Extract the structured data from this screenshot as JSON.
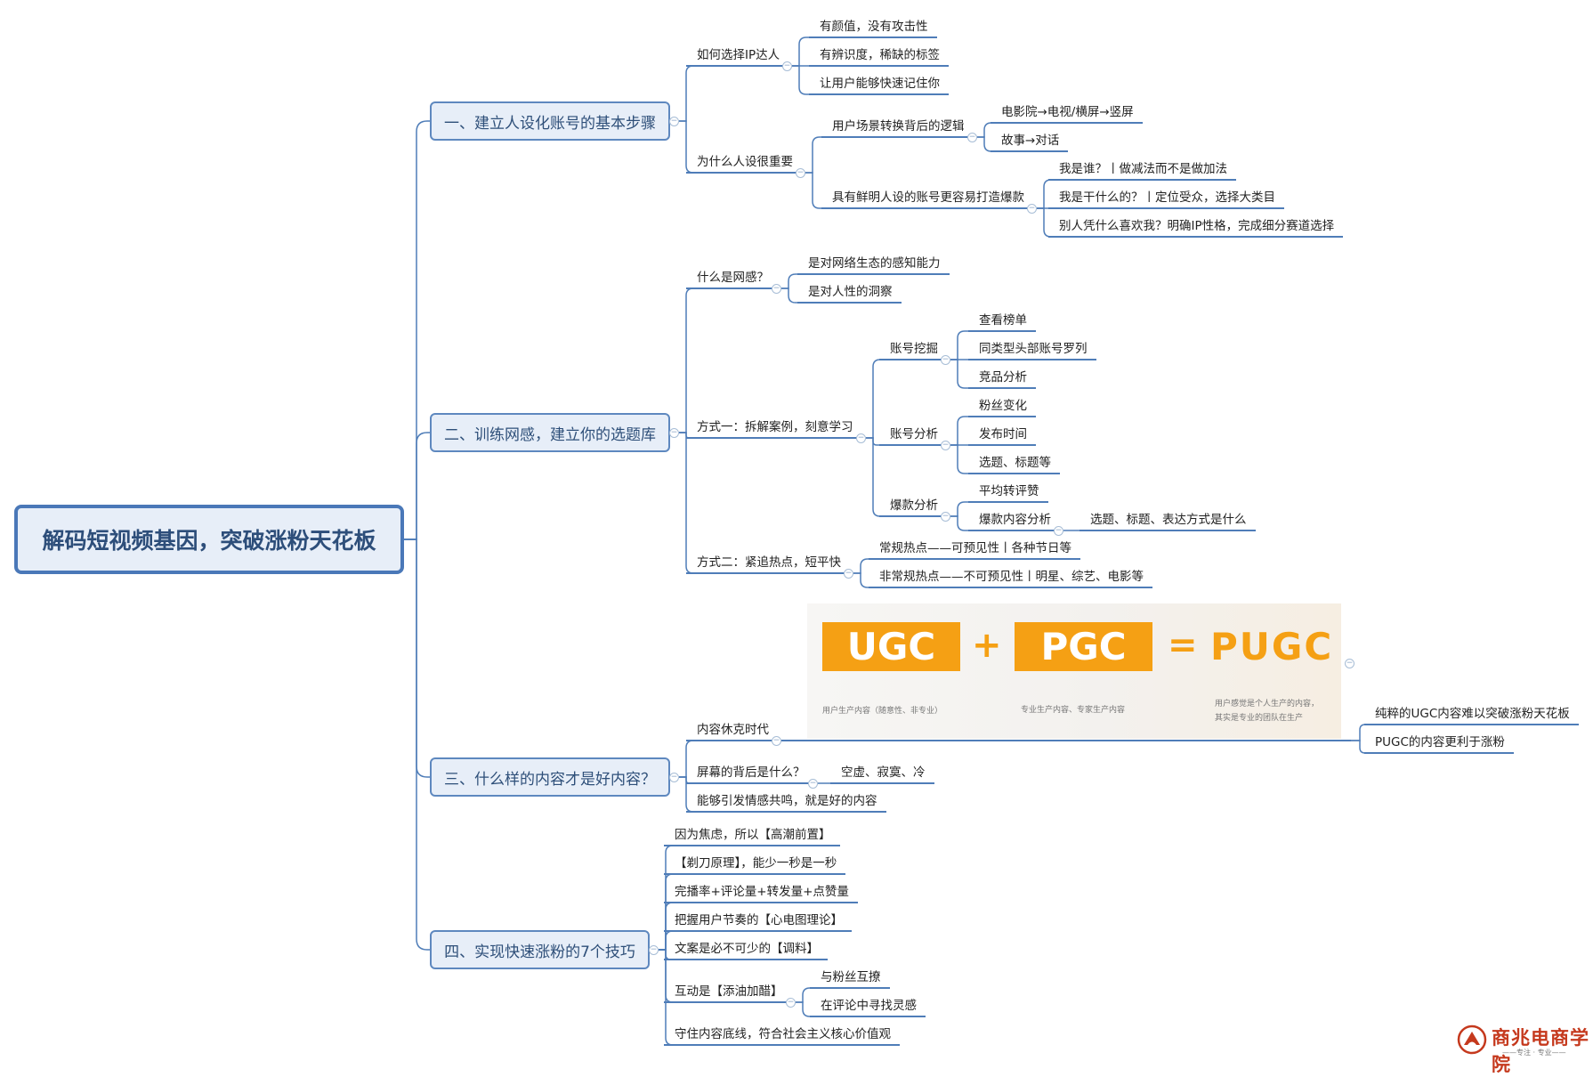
{
  "root": {
    "label": "解码短视频基因，突破涨粉天花板"
  },
  "branches": [
    {
      "label": "一、建立人设化账号的基本步骤",
      "children": [
        {
          "label": "如何选择IP达人",
          "children": [
            {
              "label": "有颜值，没有攻击性"
            },
            {
              "label": "有辨识度，稀缺的标签"
            },
            {
              "label": "让用户能够快速记住你"
            }
          ]
        },
        {
          "label": "为什么人设很重要",
          "children": [
            {
              "label": "用户场景转换背后的逻辑",
              "children": [
                {
                  "label": "电影院→电视/横屏→竖屏"
                },
                {
                  "label": "故事→对话"
                }
              ]
            },
            {
              "label": "具有鲜明人设的账号更容易打造爆款",
              "children": [
                {
                  "label": "我是谁？丨做减法而不是做加法"
                },
                {
                  "label": "我是干什么的？丨定位受众，选择大类目"
                },
                {
                  "label": "别人凭什么喜欢我？明确IP性格，完成细分赛道选择"
                }
              ]
            }
          ]
        }
      ]
    },
    {
      "label": "二、训练网感，建立你的选题库",
      "children": [
        {
          "label": "什么是网感？",
          "children": [
            {
              "label": "是对网络生态的感知能力"
            },
            {
              "label": "是对人性的洞察"
            }
          ]
        },
        {
          "label": "方式一：拆解案例，刻意学习",
          "children": [
            {
              "label": "账号挖掘",
              "children": [
                {
                  "label": "查看榜单"
                },
                {
                  "label": "同类型头部账号罗列"
                },
                {
                  "label": "竞品分析"
                }
              ]
            },
            {
              "label": "账号分析",
              "children": [
                {
                  "label": "粉丝变化"
                },
                {
                  "label": "发布时间"
                },
                {
                  "label": "选题、标题等"
                }
              ]
            },
            {
              "label": "爆款分析",
              "children": [
                {
                  "label": "平均转评赞"
                },
                {
                  "label": "爆款内容分析",
                  "children": [
                    {
                      "label": "选题、标题、表达方式是什么"
                    }
                  ]
                }
              ]
            }
          ]
        },
        {
          "label": "方式二：紧追热点，短平快",
          "children": [
            {
              "label": "常规热点——可预见性丨各种节日等"
            },
            {
              "label": "非常规热点——不可预见性丨明星、综艺、电影等"
            }
          ]
        }
      ]
    },
    {
      "label": "三、什么样的内容才是好内容？",
      "children": [
        {
          "label": "内容休克时代",
          "children": [
            {
              "label": "纯粹的UGC内容难以突破涨粉天花板"
            },
            {
              "label": "PUGC的内容更利于涨粉"
            }
          ]
        },
        {
          "label": "屏幕的背后是什么？",
          "children": [
            {
              "label": "空虚、寂寞、冷"
            }
          ]
        },
        {
          "label": "能够引发情感共鸣，就是好的内容"
        }
      ]
    },
    {
      "label": "四、实现快速涨粉的7个技巧",
      "children": [
        {
          "label": "因为焦虑，所以【高潮前置】"
        },
        {
          "label": "【剃刀原理】，能少一秒是一秒"
        },
        {
          "label": "完播率+评论量+转发量+点赞量"
        },
        {
          "label": "把握用户节奏的【心电图理论】"
        },
        {
          "label": "文案是必不可少的【调料】"
        },
        {
          "label": "互动是【添油加醋】",
          "children": [
            {
              "label": "与粉丝互撩"
            },
            {
              "label": "在评论中寻找灵感"
            }
          ]
        },
        {
          "label": "守住内容底线，符合社会主义核心价值观"
        }
      ]
    }
  ],
  "ugc_image": {
    "ugc": "UGC",
    "plus": "+",
    "pgc": "PGC",
    "equals": "=",
    "pugc": "PUGC",
    "cap_ugc": "用户生产内容（随意性、非专业）",
    "cap_pgc": "专业生产内容、专家生产内容",
    "cap_pugc_1": "用户感觉是个人生产的内容，",
    "cap_pugc_2": "其实是专业的团队在生产"
  },
  "logo": {
    "name": "商兆电商学院",
    "tagline": "——专注 · 专业——"
  },
  "colors": {
    "branch_line": "#4f7db8",
    "underline": "#4f7db8",
    "accent": "#f5a014",
    "logo": "#c5391d"
  }
}
